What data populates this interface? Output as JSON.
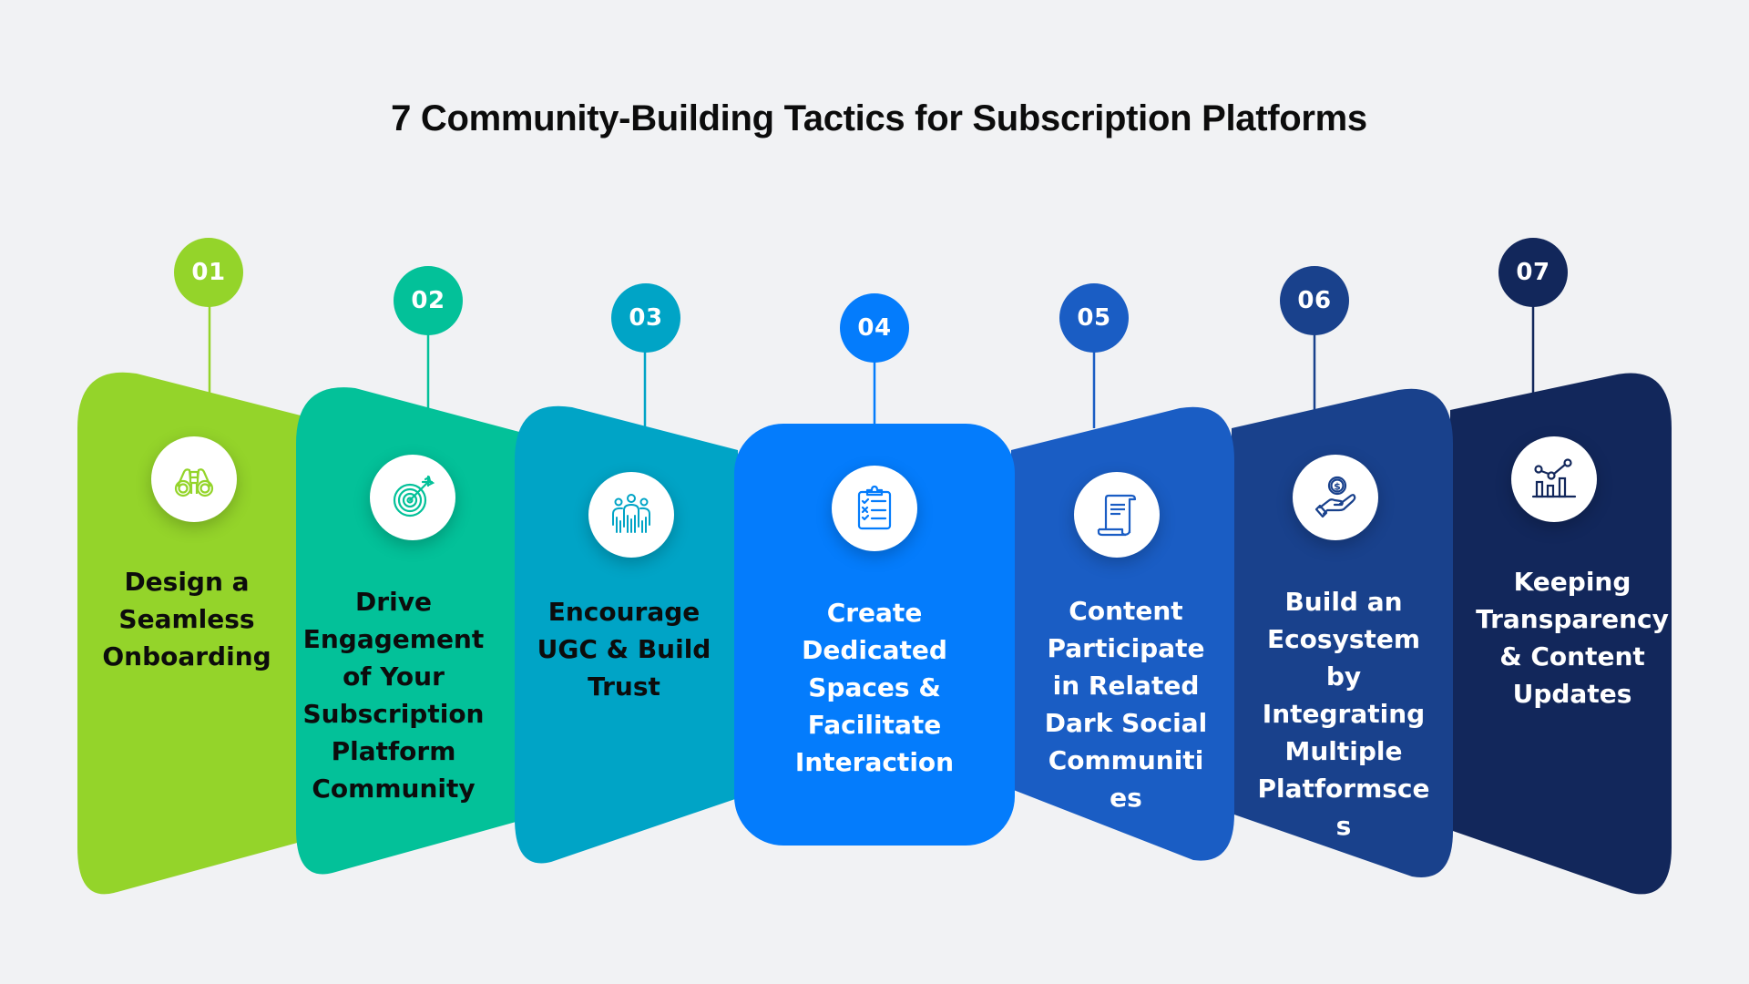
{
  "title": "7 Community-Building Tactics for Subscription Platforms",
  "steps": [
    {
      "number": "01",
      "label": "Design a\nSeamless\nOnboarding",
      "icon": "binoculars-icon",
      "color": "#94d42a",
      "text_color": "#0c0c0c"
    },
    {
      "number": "02",
      "label": "Drive\nEngagement\nof Your\nSubscription\nPlatform\nCommunity",
      "icon": "target-arrow-icon",
      "color": "#03c199",
      "text_color": "#0c0c0c"
    },
    {
      "number": "03",
      "label": "Encourage\nUGC & Build\nTrust",
      "icon": "group-people-icon",
      "color": "#00a4c6",
      "text_color": "#0c0c0c"
    },
    {
      "number": "04",
      "label": "Create\nDedicated\nSpaces &\nFacilitate\nInteraction",
      "icon": "clipboard-checklist-icon",
      "color": "#047cfc",
      "text_color": "#ffffff"
    },
    {
      "number": "05",
      "label": "Content\nParticipate\nin Related\nDark Social\nCommuniti\nes",
      "icon": "scroll-document-icon",
      "color": "#1a5dc4",
      "text_color": "#ffffff"
    },
    {
      "number": "06",
      "label": "Build an\nEcosystem\nby\nIntegrating\nMultiple\nPlatformsce\ns",
      "icon": "hand-coin-icon",
      "color": "#19418c",
      "text_color": "#ffffff"
    },
    {
      "number": "07",
      "label": "Keeping\nTransparency\n& Content\nUpdates",
      "icon": "bar-chart-trend-icon",
      "color": "#12275b",
      "text_color": "#ffffff"
    }
  ]
}
